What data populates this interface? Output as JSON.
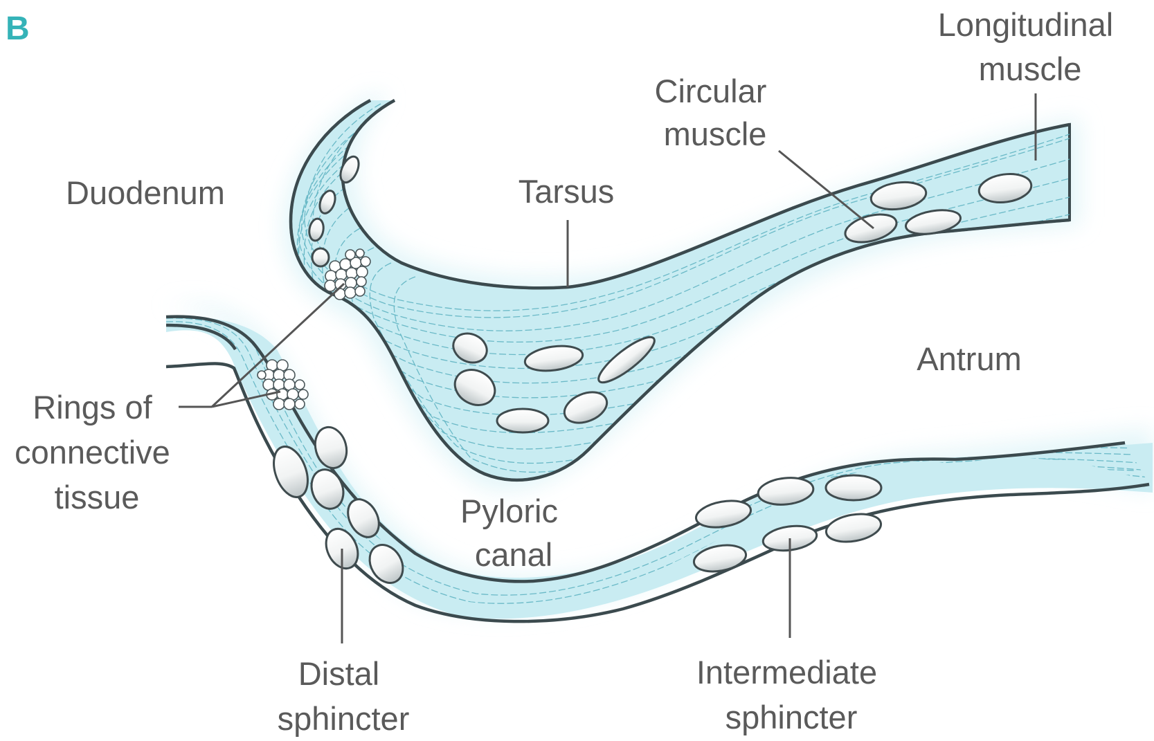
{
  "panel_letter": "B",
  "labels": {
    "longitudinal_muscle": [
      "Longitudinal",
      "muscle"
    ],
    "circular_muscle": [
      "Circular",
      "muscle"
    ],
    "duodenum": "Duodenum",
    "tarsus": "Tarsus",
    "antrum": "Antrum",
    "rings_of_connective_tissue": [
      "Rings of",
      "connective",
      "tissue"
    ],
    "pyloric_canal": [
      "Pyloric",
      "canal"
    ],
    "distal_sphincter": [
      "Distal",
      "sphincter"
    ],
    "intermediate_sphincter": [
      "Intermediate",
      "sphincter"
    ]
  },
  "colors": {
    "tissue_fill": "#c9ecf2",
    "tissue_glow": "#e2f5f8",
    "outline": "#3b4a4e",
    "fiber": "#5fb4c2",
    "label_text": "#5a5a5a",
    "panel_letter": "#35b3b8"
  }
}
